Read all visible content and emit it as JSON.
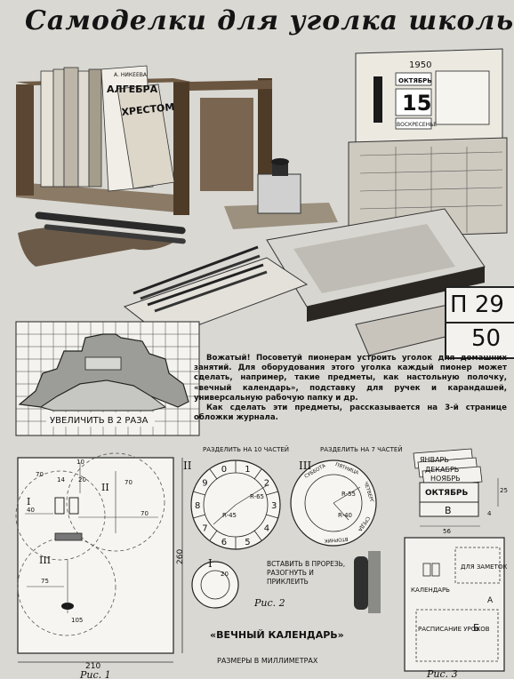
{
  "title": "Самоделки для уголка школьника",
  "calendar_photo": {
    "year": "1950",
    "month": "ОКТЯБРЬ",
    "day": "15",
    "weekday": "ВОСКРЕСЕНЬЕ"
  },
  "books": {
    "book1": "А. НИКЕЕВА",
    "book2": "АЛГЕБРА",
    "book3": "ХРЕСТОМ"
  },
  "page_number": {
    "top": "П 29",
    "bottom": "50"
  },
  "grid_caption": "УВЕЛИЧИТЬ В 2 РАЗА",
  "intro_text": [
    "Вожатый! Посоветуй пионерам устроить уголок для домашних занятий. Для оборудования этого уголка каждый пионер может сделать, например, такие предметы, как настольную полочку, «вечный календарь», подставку для ручек и карандашей, универсальную рабочую папку и др.",
    "Как сделать эти предметы, рассказывается на 3-й странице обложки журнала."
  ],
  "fig1": {
    "caption": "Рис. 1",
    "width_label": "210",
    "height_label": "260",
    "roman_1": "I",
    "roman_2": "II",
    "roman_3": "III",
    "dim_10": "10",
    "dim_14": "14",
    "dim_20": "20",
    "dim_70a": "70",
    "dim_70b": "70",
    "dim_70c": "70",
    "dim_40": "40",
    "dim_75": "75",
    "dim_105": "105"
  },
  "fig2": {
    "caption": "Рис. 2",
    "roman_2": "II",
    "roman_3": "III",
    "roman_1": "I",
    "label_10": "РАЗДЕЛИТЬ НА 10 ЧАСТЕЙ",
    "label_7": "РАЗДЕЛИТЬ НА 7 ЧАСТЕЙ",
    "r65": "R-65",
    "r45": "R-45",
    "r55": "R-55",
    "r40": "R-40",
    "d20": "20",
    "days": [
      "СУББОТА",
      "ПЯТНИЦА",
      "ЧЕТВЕРГ",
      "СРЕДА",
      "ВТОРНИК"
    ],
    "digits": [
      "1",
      "2",
      "3",
      "4",
      "5",
      "6",
      "7",
      "8",
      "9",
      "0"
    ],
    "insert_text": "ВСТАВИТЬ В ПРОРЕЗЬ, РАЗОГНУТЬ И ПРИКЛЕИТЬ",
    "title": "«ВЕЧНЫЙ КАЛЕНДАРЬ»",
    "units": "РАЗМЕРЫ В МИЛЛИМЕТРАХ"
  },
  "fig3": {
    "caption": "Рис. 3",
    "months": [
      "ЯНВАРЬ",
      "ДЕКАБРЬ",
      "НОЯБРЬ",
      "ОКТЯБРЬ"
    ],
    "letter_b": "В",
    "letter_a": "А",
    "letter_bb": "Б",
    "dim_25": "25",
    "dim_4": "4",
    "dim_56": "56",
    "notes_label": "ДЛЯ ЗАМЕТОК",
    "calendar_label": "КАЛЕНДАРЬ",
    "schedule_label": "РАСПИСАНИЕ УРОКОВ"
  }
}
